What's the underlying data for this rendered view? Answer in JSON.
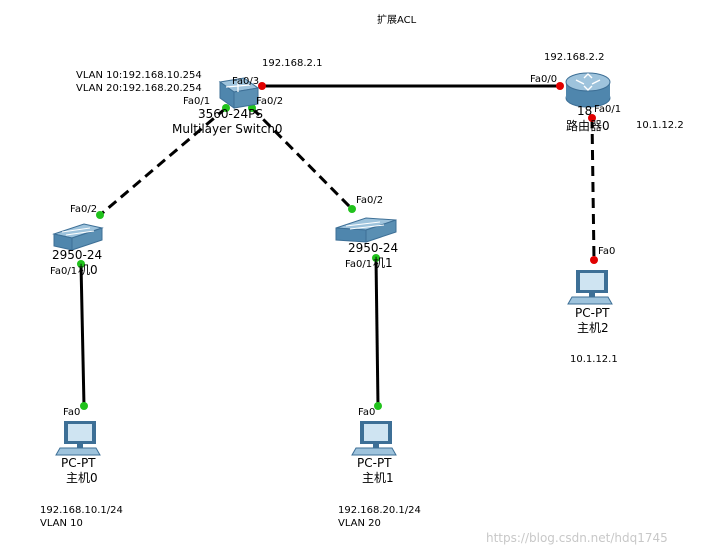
{
  "title": "扩展ACL",
  "switch_vlan_ips": [
    "VLAN 10:192.168.10.254",
    "VLAN 20:192.168.20.254"
  ],
  "multilayer_switch": {
    "model": "3560-24PS",
    "name": "Multilayer Switch0",
    "ports": {
      "to_switch0": "Fa0/1",
      "to_switch1": "Fa0/2",
      "to_router": "Fa0/3"
    },
    "uplink_ip": "192.168.2.1"
  },
  "router": {
    "model": "18",
    "name": "路由器0",
    "ports": {
      "to_core": "Fa0/0",
      "to_pc2": "Fa0/1"
    },
    "uplink_ip": "192.168.2.2",
    "lan_ip": "10.1.12.2"
  },
  "switch0": {
    "model": "2950-24",
    "name": "机0",
    "ports": {
      "uplink": "Fa0/2",
      "to_pc": "Fa0/1"
    }
  },
  "switch1": {
    "model": "2950-24",
    "name": "机1",
    "ports": {
      "uplink": "Fa0/2",
      "to_pc": "Fa0/1"
    }
  },
  "pc0": {
    "type": "PC-PT",
    "name": "主机0",
    "port": "Fa0",
    "ip": "192.168.10.1/24",
    "vlan": "VLAN 10"
  },
  "pc1": {
    "type": "PC-PT",
    "name": "主机1",
    "port": "Fa0",
    "ip": "192.168.20.1/24",
    "vlan": "VLAN 20"
  },
  "pc2": {
    "type": "PC-PT",
    "name": "主机2",
    "port": "Fa0",
    "ip": "10.1.12.1"
  },
  "watermark": "https://blog.csdn.net/hdq1745",
  "colors": {
    "link_up": "#21c21c",
    "link_down": "#e00000",
    "device_blue": "#5a8fb3",
    "device_light": "#9ec3dc",
    "monitor_frame": "#3d6f96"
  }
}
